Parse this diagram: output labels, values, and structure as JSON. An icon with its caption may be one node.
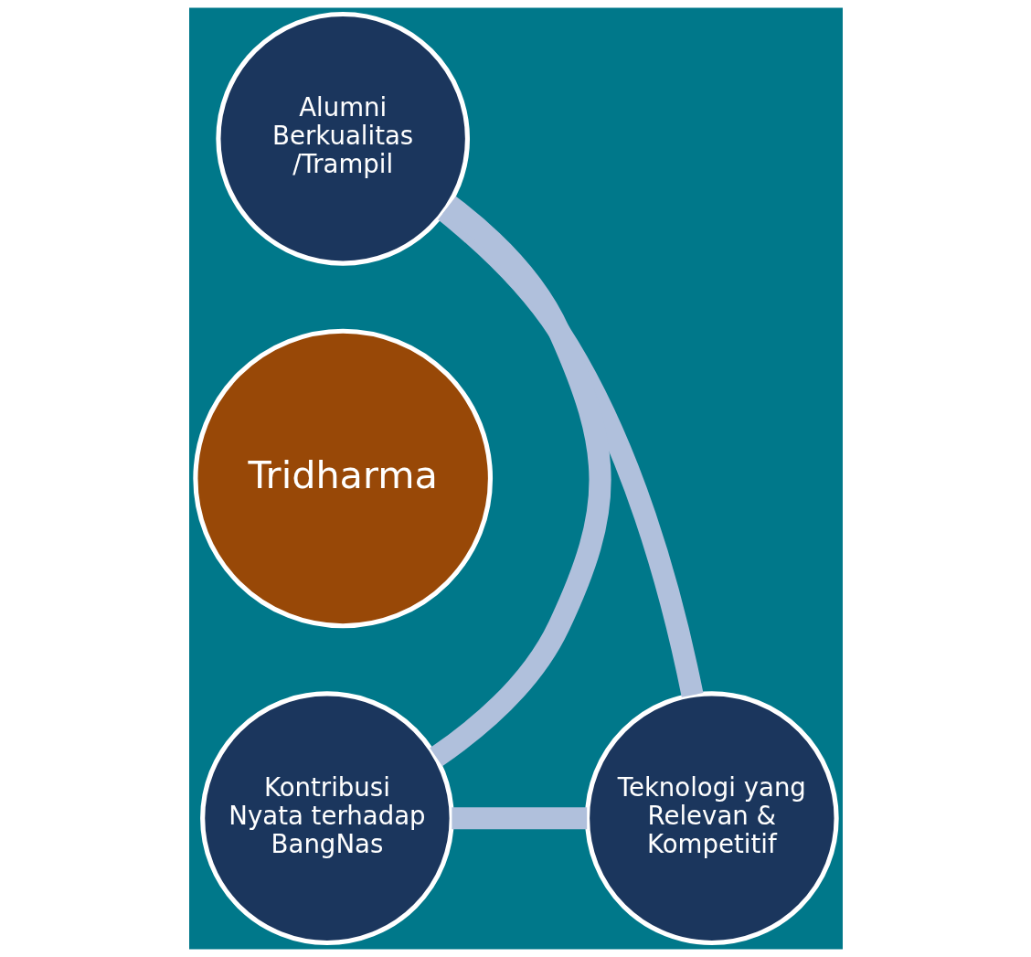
{
  "diagram": {
    "nodes": [
      {
        "text": [
          "Alumni Berkualitas /Trampil"
        ]
      },
      {
        "text": [
          "Tridharma"
        ]
      },
      {
        "text": [
          "Kontribusi Nyata terhadap BangNas"
        ]
      },
      {
        "text": [
          "Teknologi yang Relevan & Kompetitif"
        ]
      }
    ],
    "edges": [
      {
        "from": 0,
        "to": 3,
        "arrow": "none"
      },
      {
        "from": 3,
        "to": 2,
        "arrow": "none"
      },
      {
        "from": 2,
        "to": 0,
        "arrow": "none"
      }
    ]
  }
}
